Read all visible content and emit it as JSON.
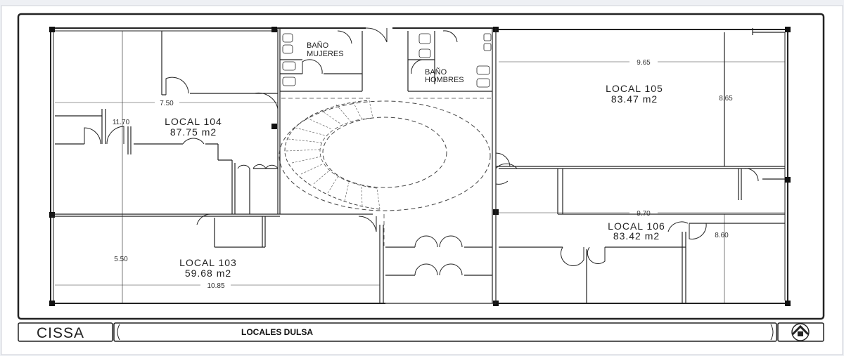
{
  "rooms": {
    "local_104": {
      "name": "LOCAL 104",
      "area": "87.75 m2"
    },
    "local_105": {
      "name": "LOCAL 105",
      "area": "83.47 m2"
    },
    "local_103": {
      "name": "LOCAL 103",
      "area": "59.68 m2"
    },
    "local_106": {
      "name": "LOCAL 106",
      "area": "83.42 m2"
    },
    "bath_women": {
      "line1": "BAÑO",
      "line2": "MUJERES"
    },
    "bath_men": {
      "line1": "BAÑO",
      "line2": "HOMBRES"
    }
  },
  "dimensions": {
    "d_750": "7.50",
    "d_1170": "11.70",
    "d_550": "5.50",
    "d_1085": "10.85",
    "d_965": "9.65",
    "d_865": "8.65",
    "d_970": "9.70",
    "d_860": "8.60"
  },
  "title_block": {
    "company": "CISSA",
    "project": "LOCALES DULSA"
  }
}
